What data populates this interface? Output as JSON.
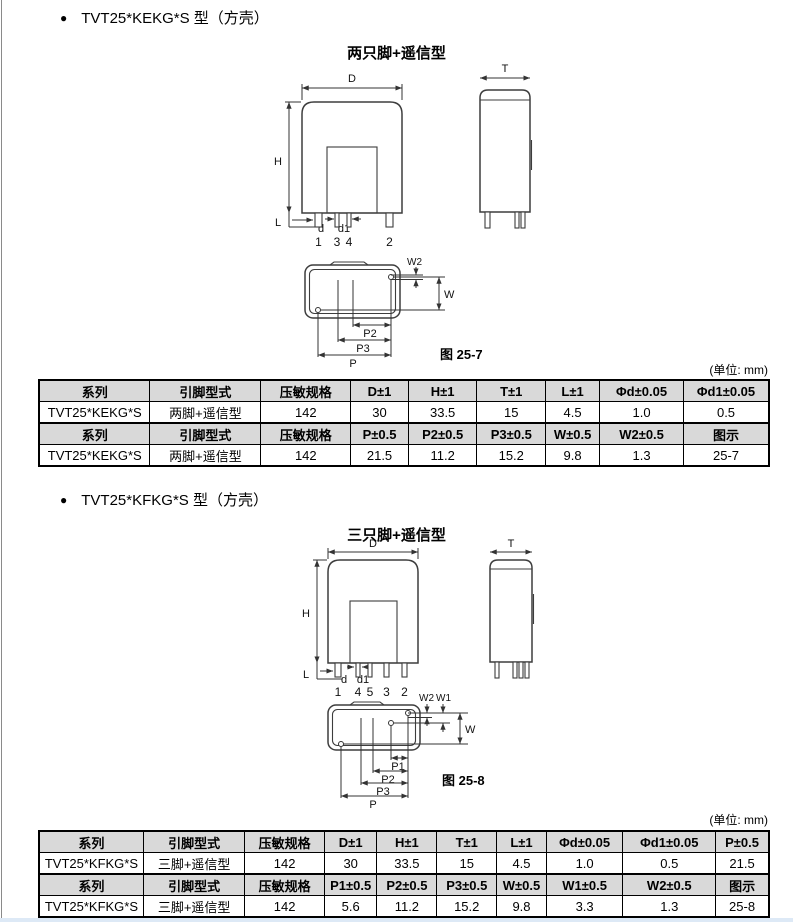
{
  "sections": [
    {
      "bullet": "●",
      "heading": "TVT25*KEKG*S 型（方壳）",
      "drawing_title": "两只脚+遥信型",
      "figure_caption": "图 25-7",
      "unit_note": "(单位: mm)",
      "drawing": {
        "front_labels": {
          "D": "D",
          "H": "H",
          "L": "L",
          "d": "d",
          "d1": "d1"
        },
        "side_label_T": "T",
        "pin_numbers": [
          "1",
          "3",
          "4",
          "2"
        ],
        "bottom_labels": {
          "W2": "W2",
          "W": "W",
          "P2": "P2",
          "P3": "P3",
          "P": "P"
        }
      },
      "table": {
        "rows": [
          {
            "type": "header",
            "cells": [
              "系列",
              "引脚型式",
              "压敏规格",
              "D±1",
              "H±1",
              "T±1",
              "L±1",
              "Φd±0.05",
              "Φd1±0.05"
            ]
          },
          {
            "type": "data",
            "cells": [
              "TVT25*KEKG*S",
              "两脚+遥信型",
              "142",
              "30",
              "33.5",
              "15",
              "4.5",
              "1.0",
              "0.5"
            ]
          },
          {
            "type": "header",
            "cells": [
              "系列",
              "引脚型式",
              "压敏规格",
              "P±0.5",
              "P2±0.5",
              "P3±0.5",
              "W±0.5",
              "W2±0.5",
              "图示"
            ]
          },
          {
            "type": "data",
            "cells": [
              "TVT25*KEKG*S",
              "两脚+遥信型",
              "142",
              "21.5",
              "11.2",
              "15.2",
              "9.8",
              "1.3",
              "25-7"
            ]
          }
        ]
      }
    },
    {
      "bullet": "●",
      "heading": "TVT25*KFKG*S 型（方壳）",
      "drawing_title": "三只脚+遥信型",
      "figure_caption": "图 25-8",
      "unit_note": "(单位: mm)",
      "drawing": {
        "front_labels": {
          "D": "D",
          "H": "H",
          "L": "L",
          "d": "d",
          "d1": "d1"
        },
        "side_label_T": "T",
        "pin_numbers": [
          "1",
          "4",
          "5",
          "3",
          "2"
        ],
        "bottom_labels": {
          "W2": "W2",
          "W1": "W1",
          "W": "W",
          "P1": "P1",
          "P2": "P2",
          "P3": "P3",
          "P": "P"
        }
      },
      "table": {
        "rows": [
          {
            "type": "header",
            "cells": [
              "系列",
              "引脚型式",
              "压敏规格",
              "D±1",
              "H±1",
              "T±1",
              "L±1",
              "Φd±0.05",
              "Φd1±0.05",
              "P±0.5"
            ]
          },
          {
            "type": "data",
            "cells": [
              "TVT25*KFKG*S",
              "三脚+遥信型",
              "142",
              "30",
              "33.5",
              "15",
              "4.5",
              "1.0",
              "0.5",
              "21.5"
            ]
          },
          {
            "type": "header",
            "cells": [
              "系列",
              "引脚型式",
              "压敏规格",
              "P1±0.5",
              "P2±0.5",
              "P3±0.5",
              "W±0.5",
              "W1±0.5",
              "W2±0.5",
              "图示"
            ]
          },
          {
            "type": "data",
            "cells": [
              "TVT25*KFKG*S",
              "三脚+遥信型",
              "142",
              "5.6",
              "11.2",
              "15.2",
              "9.8",
              "3.3",
              "1.3",
              "25-8"
            ]
          }
        ]
      }
    }
  ]
}
